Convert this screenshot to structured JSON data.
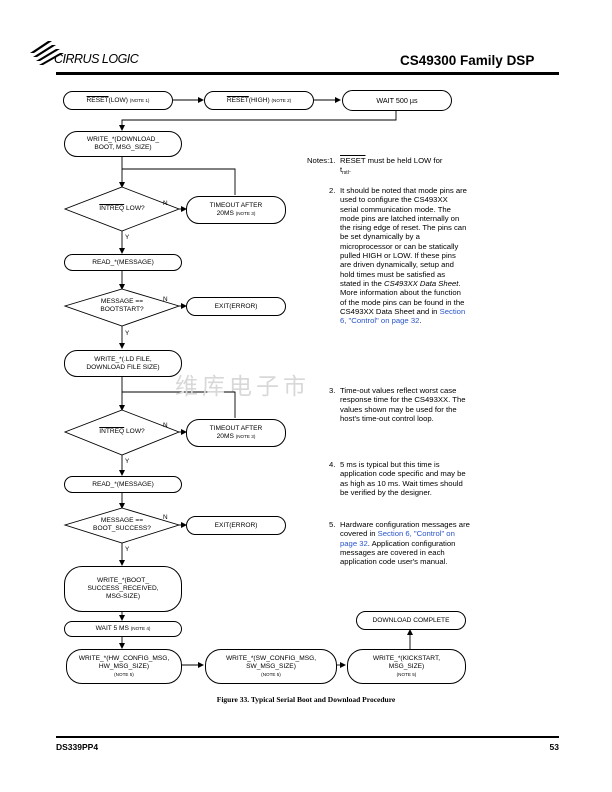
{
  "header": {
    "logo_text": "CIRRUS LOGIC",
    "title": "CS49300 Family DSP"
  },
  "watermark": "维库电子市",
  "flow": {
    "reset_low": "RESET",
    "reset_low_suffix": "(LOW)",
    "note1": "(NOTE 1)",
    "reset_high": "RESET",
    "reset_high_suffix": "(HIGH)",
    "note2": "(NOTE 2)",
    "wait500": "WAIT 500 µs",
    "write_download_1": "WRITE_*(DOWNLOAD_",
    "write_download_2": "BOOT, MSG_SIZE)",
    "intreq": "INTREQ",
    "low_q": " LOW?",
    "n_label": "N",
    "y_label": "Y",
    "timeout_1": "TIMEOUT AFTER",
    "timeout_2": "20MS",
    "note3": "(NOTE 3)",
    "read_message": "READ_*(MESSAGE)",
    "message_eq": "MESSAGE ==",
    "bootstart": "BOOTSTART?",
    "exit_error": "EXIT(ERROR)",
    "write_ld_1": "WRITE_*(.LD FILE,",
    "write_ld_2": "DOWNLOAD FILE SIZE)",
    "boot_success": "BOOT_SUCCESS?",
    "write_bs_1": "WRITE_*(BOOT_",
    "write_bs_2": "SUCCESS_RECEIVED,",
    "write_bs_3": "MSG-SIZE)",
    "wait5": "WAIT 5 MS",
    "note4": "(NOTE 4)",
    "hw_1": "WRITE_*(HW_CONFIG_MSG,",
    "hw_2": "HW_MSG_SIZE)",
    "note5": "(NOTE 5)",
    "sw_1": "WRITE_*(SW_CONFIG_MSG,",
    "sw_2": "SW_MSG_SIZE)",
    "ks_1": "WRITE_*(KICKSTART,",
    "ks_2": "MSG_SIZE)",
    "download_complete": "DOWNLOAD COMPLETE"
  },
  "notes": {
    "header": "Notes:",
    "n1_num": "1.",
    "n1_a": "RESET",
    "n1_b": " must be held LOW for",
    "n1_c": "t",
    "n1_sub": "rstl",
    "n1_d": ".",
    "n2_num": "2.",
    "n2_text": "It should be noted that mode pins are used to configure the CS493XX serial communication mode. The mode pins are latched internally on the rising edge of reset. The pins can be set dynamically by a microprocessor or can be statically pulled HIGH or LOW. If these pins are driven dynamically, setup and hold times must be satisfied as stated in the ",
    "n2_italic": "CS493XX Data Sheet",
    "n2_text2": ". More information about the function of the mode pins can be found in the CS493XX Data Sheet and in ",
    "n2_link": "Section 6, \"Control\" on page 32",
    "n2_end": ".",
    "n3_num": "3.",
    "n3_text": "Time-out values reflect worst case response time for the CS493XX. The values shown may be used for the host's time-out control loop.",
    "n4_num": "4.",
    "n4_text": "5 ms is typical but this time is application code specific and may be as high as 10 ms. Wait times should be verified by the designer.",
    "n5_num": "5.",
    "n5_text": "Hardware configuration messages are covered in ",
    "n5_link": "Section 6, \"Control\" on page 32",
    "n5_text2": ". Application configuration messages are covered in each application code user's manual."
  },
  "caption": "Figure 33.  Typical Serial Boot and Download Procedure",
  "footer": {
    "doc_id": "DS339PP4",
    "page": "53"
  }
}
